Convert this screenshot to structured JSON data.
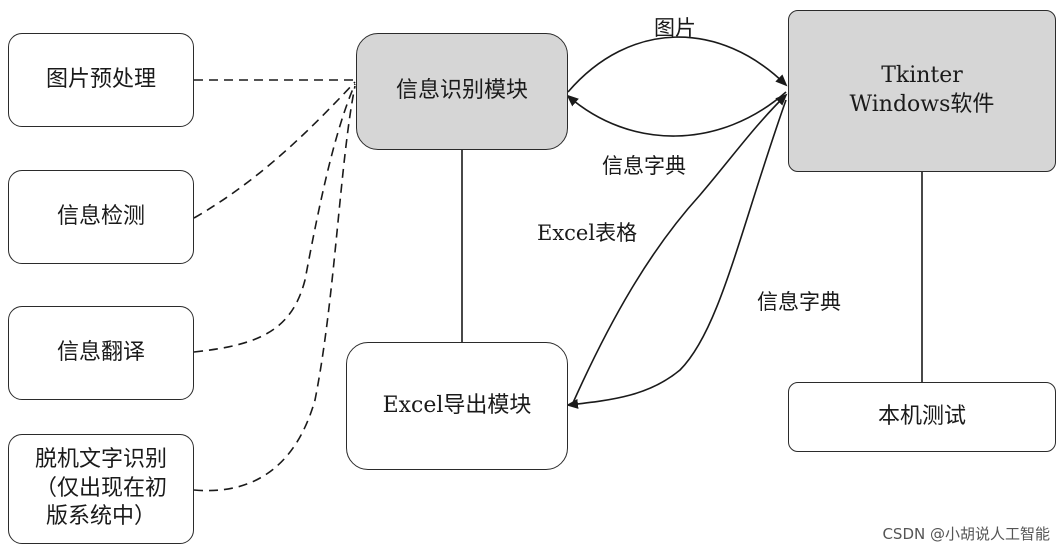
{
  "nodes": {
    "preprocess": "图片预处理",
    "detect": "信息检测",
    "translate": "信息翻译",
    "offline_ocr": [
      "脱机文字识别",
      "（仅出现在初",
      "版系统中）"
    ],
    "recognition": "信息识别模块",
    "tkinter": [
      "Tkinter",
      "Windows软件"
    ],
    "excel_export": "Excel导出模块",
    "local_test": "本机测试"
  },
  "edge_labels": {
    "image": "图片",
    "info_dict_top": "信息字典",
    "excel_table": "Excel表格",
    "info_dict_bottom": "信息字典"
  },
  "watermark": "CSDN @小胡说人工智能",
  "colors": {
    "highlight_fill": "#d6d6d6",
    "stroke": "#2b2b2b"
  }
}
